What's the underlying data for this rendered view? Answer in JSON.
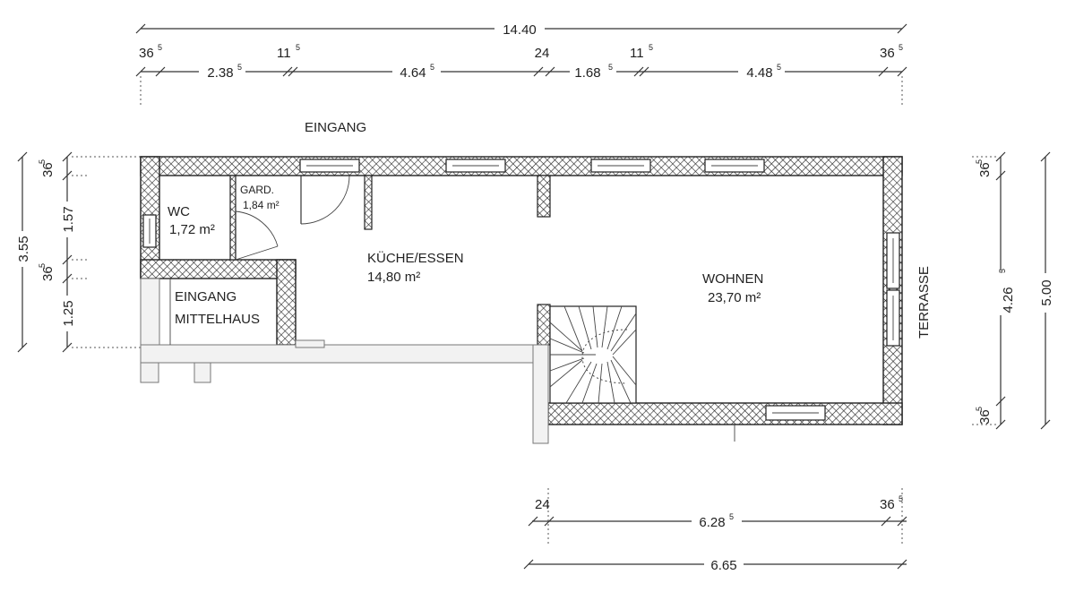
{
  "dimensions": {
    "top_total": "14.40",
    "top_left_wall": {
      "main": "36",
      "sup": "5"
    },
    "top_wc": {
      "main": "2.38",
      "sup": "5"
    },
    "top_wall_2": {
      "main": "11",
      "sup": "5"
    },
    "top_kitchen": {
      "main": "4.64",
      "sup": "5"
    },
    "top_wall_3": "24",
    "top_seg_168": {
      "main": "1.68",
      "sup": "5"
    },
    "top_wall_4": {
      "main": "11",
      "sup": "5"
    },
    "top_living": {
      "main": "4.48",
      "sup": "5"
    },
    "top_right_wall": {
      "main": "36",
      "sup": "5"
    },
    "left_total": "3.55",
    "left_wall_top": {
      "main": "36",
      "sup": "5"
    },
    "left_seg_157": "1.57",
    "left_wall_mid": {
      "main": "36",
      "sup": "5"
    },
    "left_seg_125": "1.25",
    "right_total": "5.00",
    "right_wall_top": {
      "main": "36",
      "sup": "5"
    },
    "right_inner": {
      "main": "4.26",
      "sup": "5"
    },
    "right_wall_bottom": {
      "main": "36",
      "sup": "5"
    },
    "bottom_wall_left": "24",
    "bottom_inner": {
      "main": "6.28",
      "sup": "5"
    },
    "bottom_wall_right": {
      "main": "36",
      "sup": "5"
    },
    "bottom_total": "6.65"
  },
  "rooms": {
    "entrance_top": "EINGANG",
    "wc": {
      "name": "WC",
      "area": "1,72 m²"
    },
    "wardrobe": {
      "name": "GARD.",
      "area": "1,84 m²"
    },
    "kitchen": {
      "name": "KÜCHE/ESSEN",
      "area": "14,80 m²"
    },
    "living": {
      "name": "WOHNEN",
      "area": "23,70 m²"
    },
    "entrance_middle_line1": "EINGANG",
    "entrance_middle_line2": "MITTELHAUS",
    "terrace": "TERRASSE"
  }
}
